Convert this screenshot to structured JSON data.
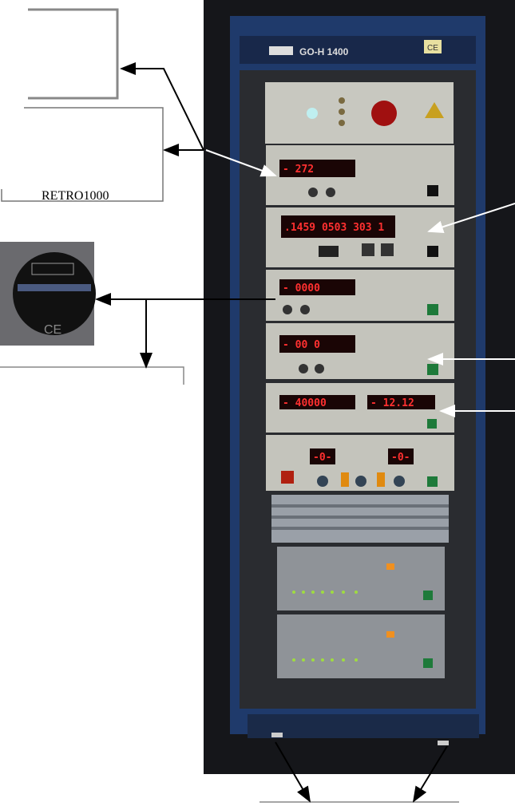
{
  "rack": {
    "model": "GO-H 1400",
    "ce_mark": "CE"
  },
  "callouts": {
    "retro_label": "RETRO1000"
  },
  "displays": {
    "d1": "- 272 ",
    "d2": ".1459 0503 303 1",
    "d3": "- 0000",
    "d4": "- 00 0",
    "d5": "- 40000",
    "d6": "- 12.12",
    "d7": "-0-",
    "d8": "-0-"
  },
  "colors": {
    "rack_blue": "#1f3a6b",
    "panel": "#c8c8c0",
    "led_red": "#ff3030",
    "dark": "#15161a"
  }
}
